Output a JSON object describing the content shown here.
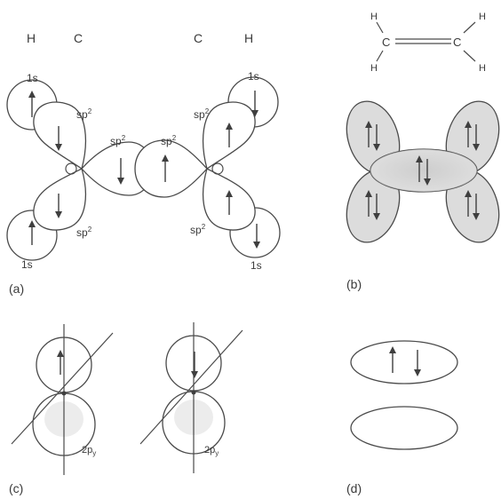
{
  "panel_a": {
    "atom_labels": [
      "H",
      "C",
      "C",
      "H"
    ],
    "orbital_labels": {
      "s": "1s",
      "sp": "sp",
      "sup": "2"
    },
    "panel_label": "(a)"
  },
  "panel_b": {
    "atom_labels": [
      "H",
      "H",
      "C",
      "C",
      "H",
      "H"
    ],
    "panel_label": "(b)"
  },
  "panel_c": {
    "orbital_label_base": "2p",
    "orbital_label_sub": "y",
    "panel_label": "(c)"
  },
  "panel_d": {
    "panel_label": "(d)"
  },
  "colors": {
    "ink": "#4a4a4a",
    "shade": "#dcdcdc"
  }
}
